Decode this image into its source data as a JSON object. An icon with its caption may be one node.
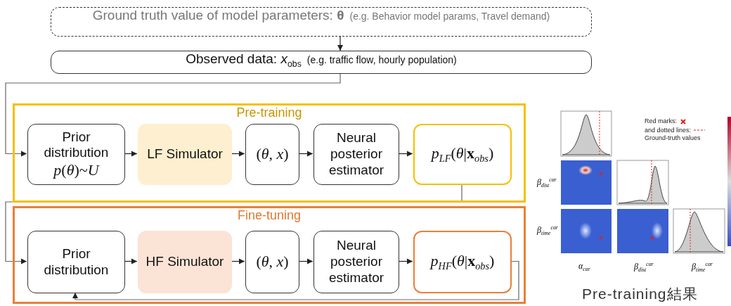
{
  "diagram": {
    "nodes": [
      {
        "text": [
          "Ground truth value of model parameters: **θ**",
          "(e.g. Behavior model params, Travel demand)"
        ]
      },
      {
        "text": [
          "Observed data: *x*$_{obs}$",
          "(e.g. traffic flow, hourly population)"
        ]
      },
      {
        "text": [
          "Pre-training"
        ]
      },
      {
        "text": [
          "Prior distribution",
          "*p*(*θ*)~*U*"
        ],
        "in": 2
      },
      {
        "text": [
          "LF Simulator"
        ],
        "in": 2
      },
      {
        "text": [
          "(*θ*, *x*)"
        ],
        "in": 2
      },
      {
        "text": [
          "Neural posterior estimator"
        ],
        "in": 2
      },
      {
        "text": [
          "*p*$_{LF}$(*θ*|**x**$_{obs}$)"
        ],
        "in": 2
      },
      {
        "text": [
          "Fine-tuning"
        ]
      },
      {
        "text": [
          "Prior distribution"
        ],
        "in": 8
      },
      {
        "text": [
          "HF Simulator"
        ],
        "in": 8
      },
      {
        "text": [
          "(*θ*, *x*)"
        ],
        "in": 8
      },
      {
        "text": [
          "Neural posterior estimator"
        ],
        "in": 8
      },
      {
        "text": [
          "*p*$_{HF}$(*θ*|**x**$_{obs}$)"
        ],
        "in": 8
      }
    ],
    "edges": [
      {
        "from": 0,
        "to": 1,
        "arrow": "to"
      },
      {
        "from": 1,
        "to": 3,
        "arrow": "to"
      },
      {
        "from": 3,
        "to": 4,
        "arrow": "to"
      },
      {
        "from": 4,
        "to": 5,
        "arrow": "to"
      },
      {
        "from": 5,
        "to": 6,
        "arrow": "to"
      },
      {
        "from": 6,
        "to": 7,
        "arrow": "to"
      },
      {
        "from": 7,
        "to": 9,
        "arrow": "to"
      },
      {
        "from": 9,
        "to": 10,
        "arrow": "to"
      },
      {
        "from": 10,
        "to": 11,
        "arrow": "to"
      },
      {
        "from": 11,
        "to": 12,
        "arrow": "to"
      },
      {
        "from": 12,
        "to": 13,
        "arrow": "to"
      },
      {
        "from": 13,
        "to": 9,
        "arrow": "to"
      }
    ],
    "labels": [
      "Red marks:",
      "and dotted lines:",
      "Ground-truth values",
      "β$_{dist}$$^{car}$",
      "β$_{time}$$^{car}$",
      "α$_{car}$",
      "β$_{dist}$$^{car}$",
      "β$_{time}$$^{car}$",
      "Pre-training結果"
    ]
  }
}
